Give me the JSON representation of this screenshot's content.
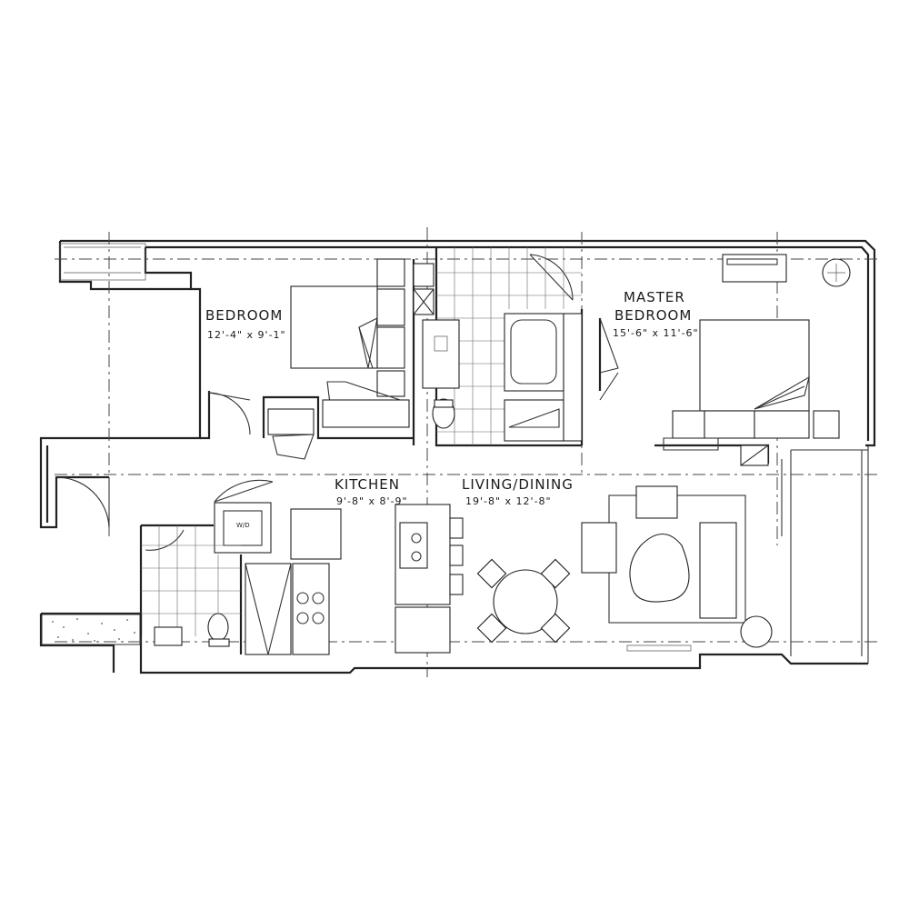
{
  "rooms": {
    "bedroom": {
      "name": "BEDROOM",
      "dims": "12'-4\" x 9'-1\""
    },
    "master": {
      "name_line1": "MASTER",
      "name_line2": "BEDROOM",
      "dims": "15'-6\" x 11'-6\""
    },
    "kitchen": {
      "name": "KITCHEN",
      "dims": "9'-8\" x 8'-9\""
    },
    "living": {
      "name": "LIVING/DINING",
      "dims": "19'-8\" x 12'-8\""
    }
  },
  "fixtures": {
    "washer_dryer": "W/D"
  }
}
